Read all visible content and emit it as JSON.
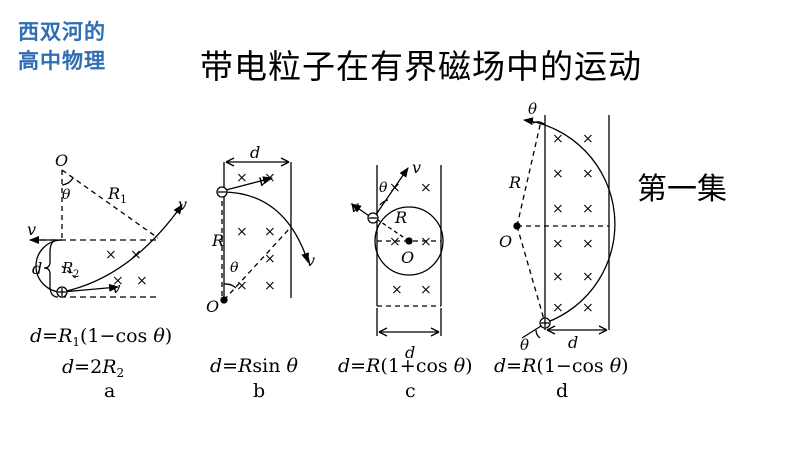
{
  "logo": {
    "line1": "西双河的",
    "line2": "高中物理"
  },
  "title": "带电粒子在有界磁场中的运动",
  "episode": "第一集",
  "symbols": {
    "O": "O",
    "R1": "R",
    "R1_sub": "1",
    "R2": "R",
    "R2_sub": "2",
    "R": "R",
    "theta": "θ",
    "v": "v",
    "d": "d",
    "cross": "×",
    "plus": "+"
  },
  "diagrams": [
    {
      "id": "a",
      "label": "a",
      "formula_parts": [
        "d",
        "=",
        "R",
        "1",
        "(1−cos ",
        "θ",
        ")"
      ],
      "formula2_parts": [
        "d",
        "=2",
        "R",
        "2"
      ]
    },
    {
      "id": "b",
      "label": "b",
      "formula_parts": [
        "d",
        "=",
        "R",
        "sin ",
        "θ"
      ]
    },
    {
      "id": "c",
      "label": "c",
      "formula_parts": [
        "d",
        "=",
        "R",
        "(1+cos ",
        "θ",
        ")"
      ]
    },
    {
      "id": "d",
      "label": "d",
      "formula_parts": [
        "d",
        "=",
        "R",
        "(1−cos ",
        "θ",
        ")"
      ]
    }
  ]
}
